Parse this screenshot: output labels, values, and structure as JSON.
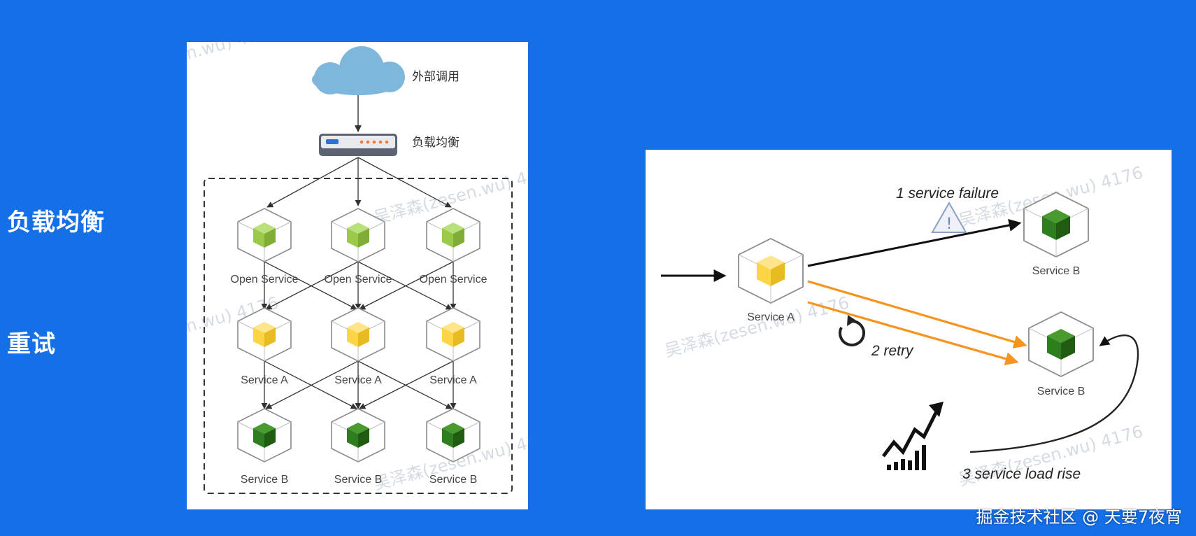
{
  "side_labels": {
    "load_balance": "负载均衡",
    "retry": "重试"
  },
  "lb_diagram": {
    "external_call": "外部调用",
    "load_balancer": "负载均衡",
    "row1_label": "Open Service",
    "row2_label": "Service A",
    "row3_label": "Service B"
  },
  "retry_diagram": {
    "service_a": "Service A",
    "service_b_top": "Service B",
    "service_b_bottom": "Service B",
    "failure_text": "1 service failure",
    "retry_text": "2 retry",
    "load_rise_text": "3 service load rise"
  },
  "watermark": "吴泽森(zesen.wu) 4176",
  "footer": "掘金技术社区 @ 天要7夜宵",
  "colors": {
    "background": "#1570e8",
    "open_service": "#9bc94a",
    "service_a": "#fbd546",
    "service_b": "#2e7d1e",
    "retry_arrow": "#f7941d",
    "cloud": "#7fb6dc"
  },
  "icons": {
    "cloud": "cloud-icon",
    "router": "router-icon",
    "warning": "warning-icon",
    "retry": "retry-icon",
    "trend": "trend-up-icon"
  }
}
